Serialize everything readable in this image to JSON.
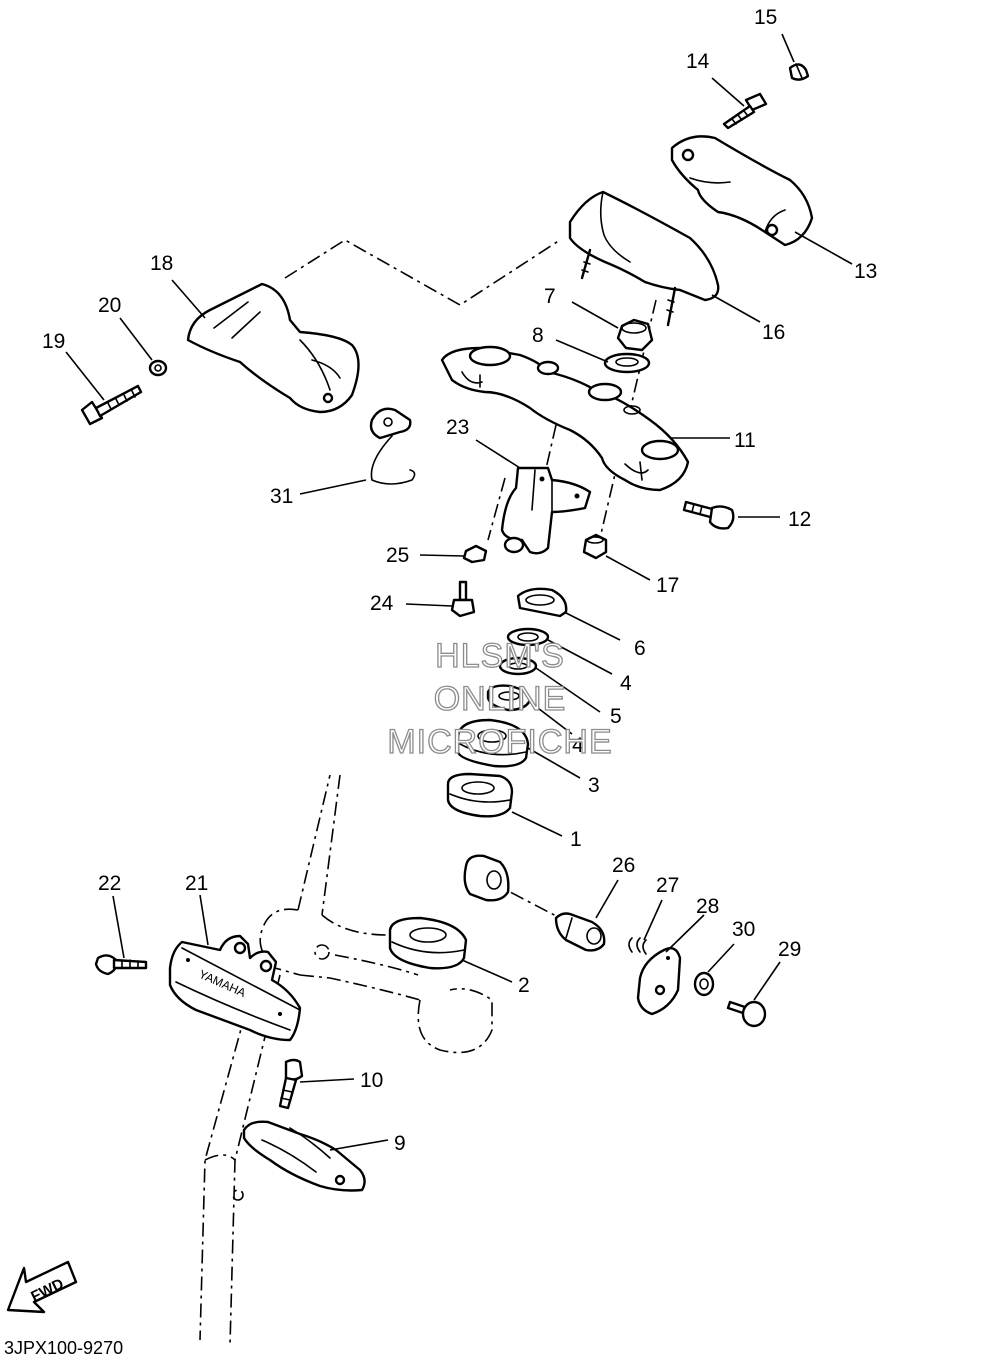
{
  "diagram": {
    "callouts": [
      {
        "id": "15",
        "label": "15"
      },
      {
        "id": "14",
        "label": "14"
      },
      {
        "id": "13",
        "label": "13"
      },
      {
        "id": "16",
        "label": "16"
      },
      {
        "id": "18",
        "label": "18"
      },
      {
        "id": "20",
        "label": "20"
      },
      {
        "id": "19",
        "label": "19"
      },
      {
        "id": "7",
        "label": "7"
      },
      {
        "id": "8",
        "label": "8"
      },
      {
        "id": "11",
        "label": "11"
      },
      {
        "id": "23",
        "label": "23"
      },
      {
        "id": "31",
        "label": "31"
      },
      {
        "id": "12",
        "label": "12"
      },
      {
        "id": "25",
        "label": "25"
      },
      {
        "id": "17",
        "label": "17"
      },
      {
        "id": "24",
        "label": "24"
      },
      {
        "id": "6",
        "label": "6"
      },
      {
        "id": "4a",
        "label": "4"
      },
      {
        "id": "5",
        "label": "5"
      },
      {
        "id": "4b",
        "label": "4"
      },
      {
        "id": "3",
        "label": "3"
      },
      {
        "id": "1",
        "label": "1"
      },
      {
        "id": "26",
        "label": "26"
      },
      {
        "id": "27",
        "label": "27"
      },
      {
        "id": "28",
        "label": "28"
      },
      {
        "id": "30",
        "label": "30"
      },
      {
        "id": "29",
        "label": "29"
      },
      {
        "id": "22",
        "label": "22"
      },
      {
        "id": "21",
        "label": "21"
      },
      {
        "id": "2",
        "label": "2"
      },
      {
        "id": "10",
        "label": "10"
      },
      {
        "id": "9",
        "label": "9"
      }
    ],
    "watermark": [
      "HLSM'S",
      "ONLINE",
      "MICROFICHE"
    ],
    "fwd_label": "FWD",
    "emblem_text": "YAMAHA",
    "diagram_code": "3JPX100-9270"
  }
}
